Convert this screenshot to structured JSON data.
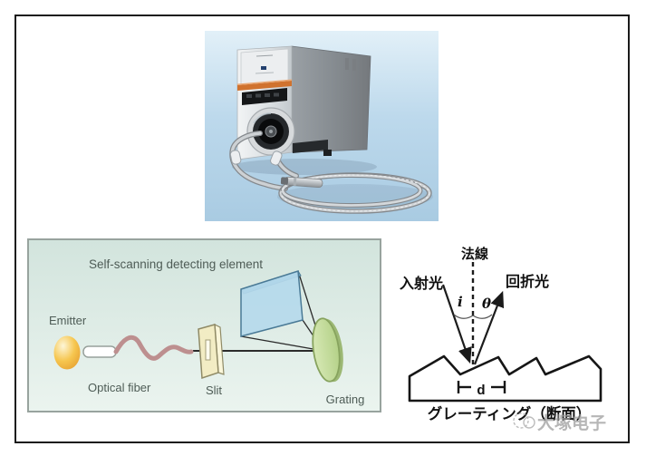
{
  "optical_layout": {
    "title": "Self-scanning detecting element",
    "emitter_label": "Emitter",
    "optical_fiber_label": "Optical fiber",
    "slit_label": "Slit",
    "grating_label": "Grating"
  },
  "grating_diagram": {
    "normal_label": "法線",
    "incident_light_label": "入射光",
    "diffracted_light_label": "回折光",
    "incident_angle_symbol": "i",
    "diffraction_angle_symbol": "θ",
    "groove_spacing_symbol": "d",
    "caption": "グレーティング（断面）"
  },
  "watermark": {
    "text": "大塚电子"
  },
  "colors": {
    "photo_background_top": "#dfeef7",
    "photo_background_bottom": "#a9cbe2",
    "device_accent_orange": "#d0722e",
    "diagram_background": "#d9e9e2",
    "detector_blue": "#b5d9ec",
    "grating_green": "#c8e0a4",
    "slit_yellow": "#f2ecc4",
    "fiber_pink": "#bd8f8f",
    "emitter_yellow": "#f6c64f",
    "watermark_gray": "#9e9e9e",
    "frame_border": "#1a1a1a"
  }
}
